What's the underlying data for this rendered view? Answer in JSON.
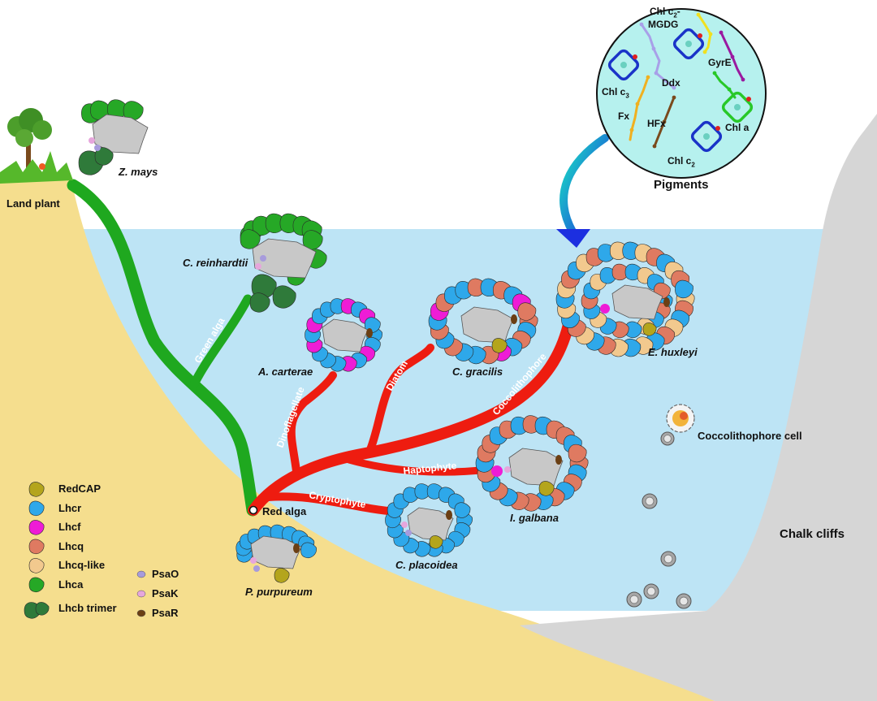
{
  "colors": {
    "sky": "#ffffff",
    "sea": "#bde4f5",
    "sand": "#f5de8e",
    "cliff": "#d6d6d6",
    "core": "#c8c8c8",
    "green_branch": "#1fa81f",
    "red_branch": "#ee1c10",
    "RedCAP": "#b4a51c",
    "Lhcr": "#2ea8ea",
    "Lhcf": "#ee1cd6",
    "Lhcq": "#df7a61",
    "Lhcq_like": "#f2c98e",
    "Lhca": "#26a826",
    "Lhcb_trimer": "#2f7a3a",
    "PsaO": "#a79bdc",
    "PsaK": "#e6a6dc",
    "PsaR": "#6b3f14",
    "pigments_circle": "#b6f1ee"
  },
  "organisms": {
    "z_mays": "Z. mays",
    "c_reinhardtii": "C. reinhardtii",
    "a_carterae": "A. carterae",
    "c_gracilis": "C. gracilis",
    "e_huxleyi": "E. huxleyi",
    "i_galbana": "I. galbana",
    "c_placoidea": "C. placoidea",
    "p_purpureum": "P. purpureum"
  },
  "places": {
    "land_plant": "Land plant",
    "red_alga": "Red alga",
    "coccolithophore_cell": "Coccolithophore cell",
    "chalk_cliffs": "Chalk cliffs"
  },
  "branches": {
    "green_alga": "Green alga",
    "dinoflagellate": "Dinoflagellate",
    "diatom": "Diatom",
    "coccolithophore": "Coccolithophore",
    "haptophyte": "Haptophyte",
    "cryptophyte": "Cryptophyte"
  },
  "legend": [
    {
      "name": "RedCAP",
      "color_key": "RedCAP"
    },
    {
      "name": "Lhcr",
      "color_key": "Lhcr"
    },
    {
      "name": "Lhcf",
      "color_key": "Lhcf"
    },
    {
      "name": "Lhcq",
      "color_key": "Lhcq"
    },
    {
      "name": "Lhcq-like",
      "color_key": "Lhcq_like"
    },
    {
      "name": "Lhca",
      "color_key": "Lhca"
    },
    {
      "name": "Lhcb trimer",
      "color_key": "Lhcb_trimer"
    }
  ],
  "legend_small": [
    {
      "name": "PsaO",
      "color_key": "PsaO"
    },
    {
      "name": "PsaK",
      "color_key": "PsaK"
    },
    {
      "name": "PsaR",
      "color_key": "PsaR"
    }
  ],
  "pigments": {
    "title": "Pigments",
    "chl_c2_mgdg_a": "Chl c",
    "chl_c2_mgdg_sub": "2",
    "chl_c2_mgdg_b": "-",
    "mgdg": "MGDG",
    "gyre": "GyrE",
    "ddx": "Ddx",
    "chl_c3": "Chl c",
    "chl_c3_sub": "3",
    "fx": "Fx",
    "hfx": "HFx",
    "chl_a": "Chl a",
    "chl_c2": "Chl c",
    "chl_c2_sub": "2"
  }
}
